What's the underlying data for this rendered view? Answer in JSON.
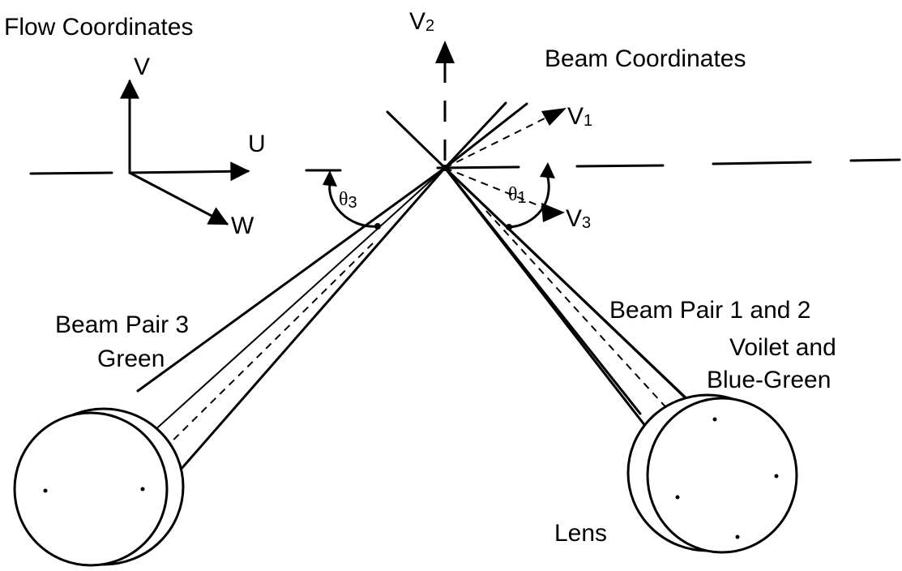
{
  "flow_coordinates": {
    "title": "Flow Coordinates",
    "axis_v": "V",
    "axis_u": "U",
    "axis_w": "W"
  },
  "beam_coordinates": {
    "title": "Beam Coordinates",
    "v2": {
      "base": "V",
      "sub": "2"
    },
    "v1": {
      "base": "V",
      "sub": "1"
    },
    "v3": {
      "base": "V",
      "sub": "3"
    }
  },
  "angles": {
    "theta3": {
      "base": "θ",
      "sub": "3"
    },
    "theta1": {
      "base": "θ",
      "sub": "1"
    }
  },
  "beam_pair_3": {
    "line1": "Beam Pair 3",
    "line2": "Green"
  },
  "beam_pair_12": {
    "line1": "Beam Pair 1 and 2",
    "line2": "Voilet and",
    "line3": "Blue-Green"
  },
  "lens_label": "Lens",
  "icons": {
    "arrowhead": "triangle-arrowhead",
    "lens": "circular-lens-disc"
  }
}
